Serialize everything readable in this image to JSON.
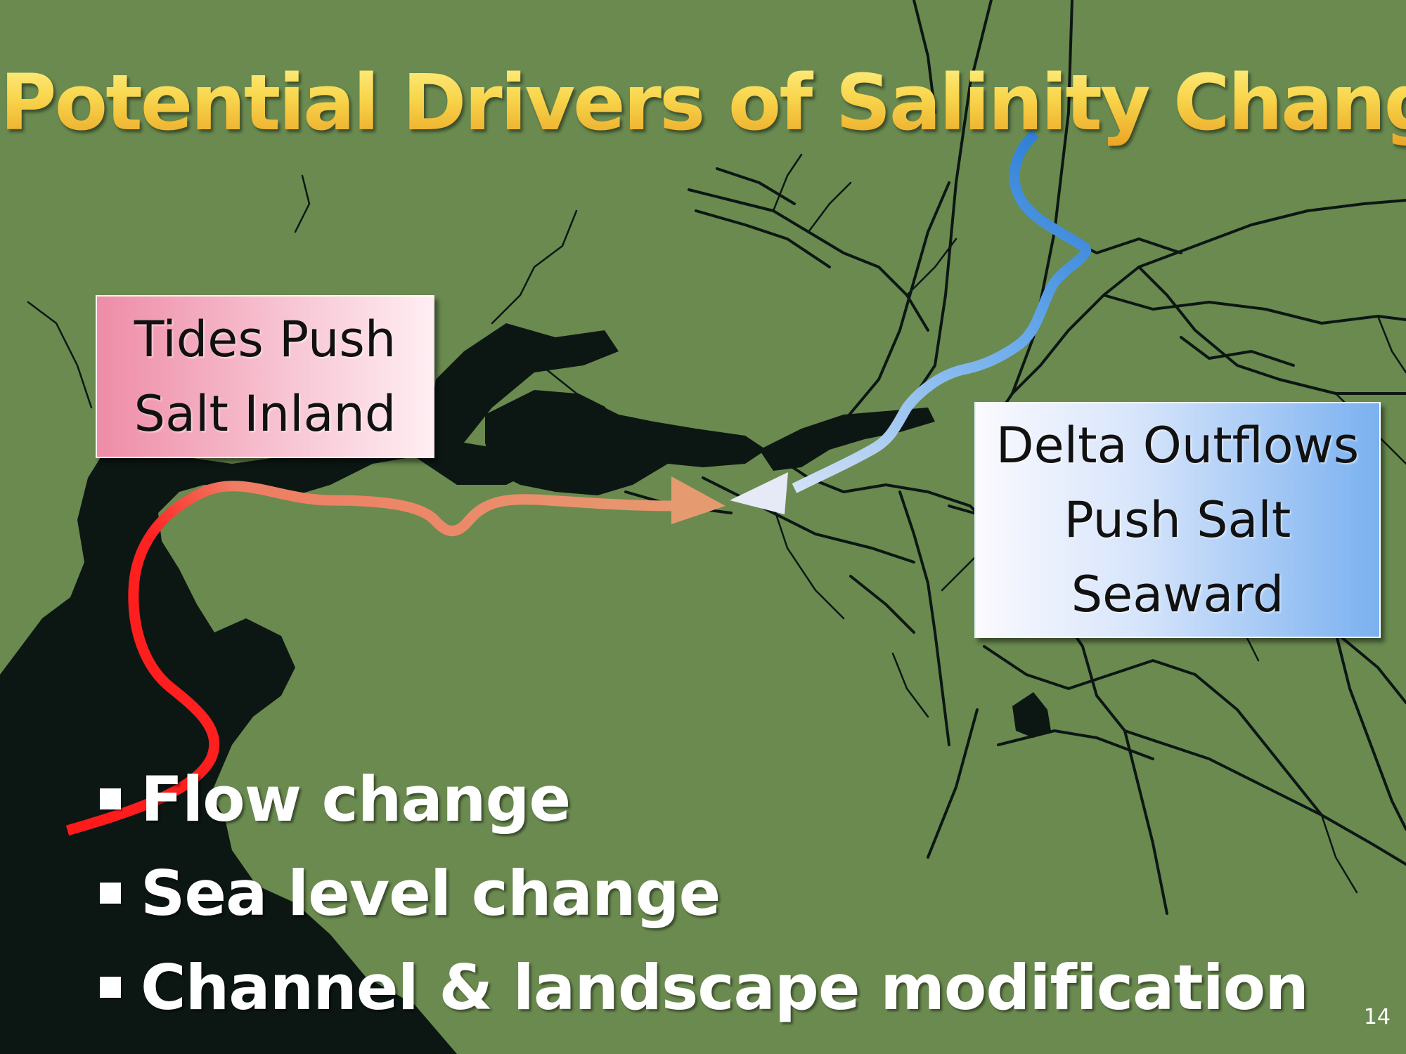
{
  "slide": {
    "title": "Potential Drivers of Salinity Change",
    "slide_number": "14"
  },
  "callouts": {
    "tides": {
      "lines": [
        "Tides Push",
        "Salt Inland"
      ]
    },
    "delta": {
      "lines": [
        "Delta Outflows",
        "Push Salt",
        "Seaward"
      ]
    }
  },
  "bullets": [
    "Flow change",
    "Sea level change",
    "Channel & landscape modification"
  ],
  "colors": {
    "land": "#6a8a4f",
    "water": "#0c1714",
    "title_gold": "#f6cc47",
    "tide_arrow_start": "#ff1a1a",
    "tide_arrow_end": "#e69a70",
    "outflow_arrow_start": "#2f7fd6",
    "outflow_arrow_end": "#e8ecf8",
    "tides_box": "#f4a9bd",
    "delta_box": "#8ebcf2"
  }
}
